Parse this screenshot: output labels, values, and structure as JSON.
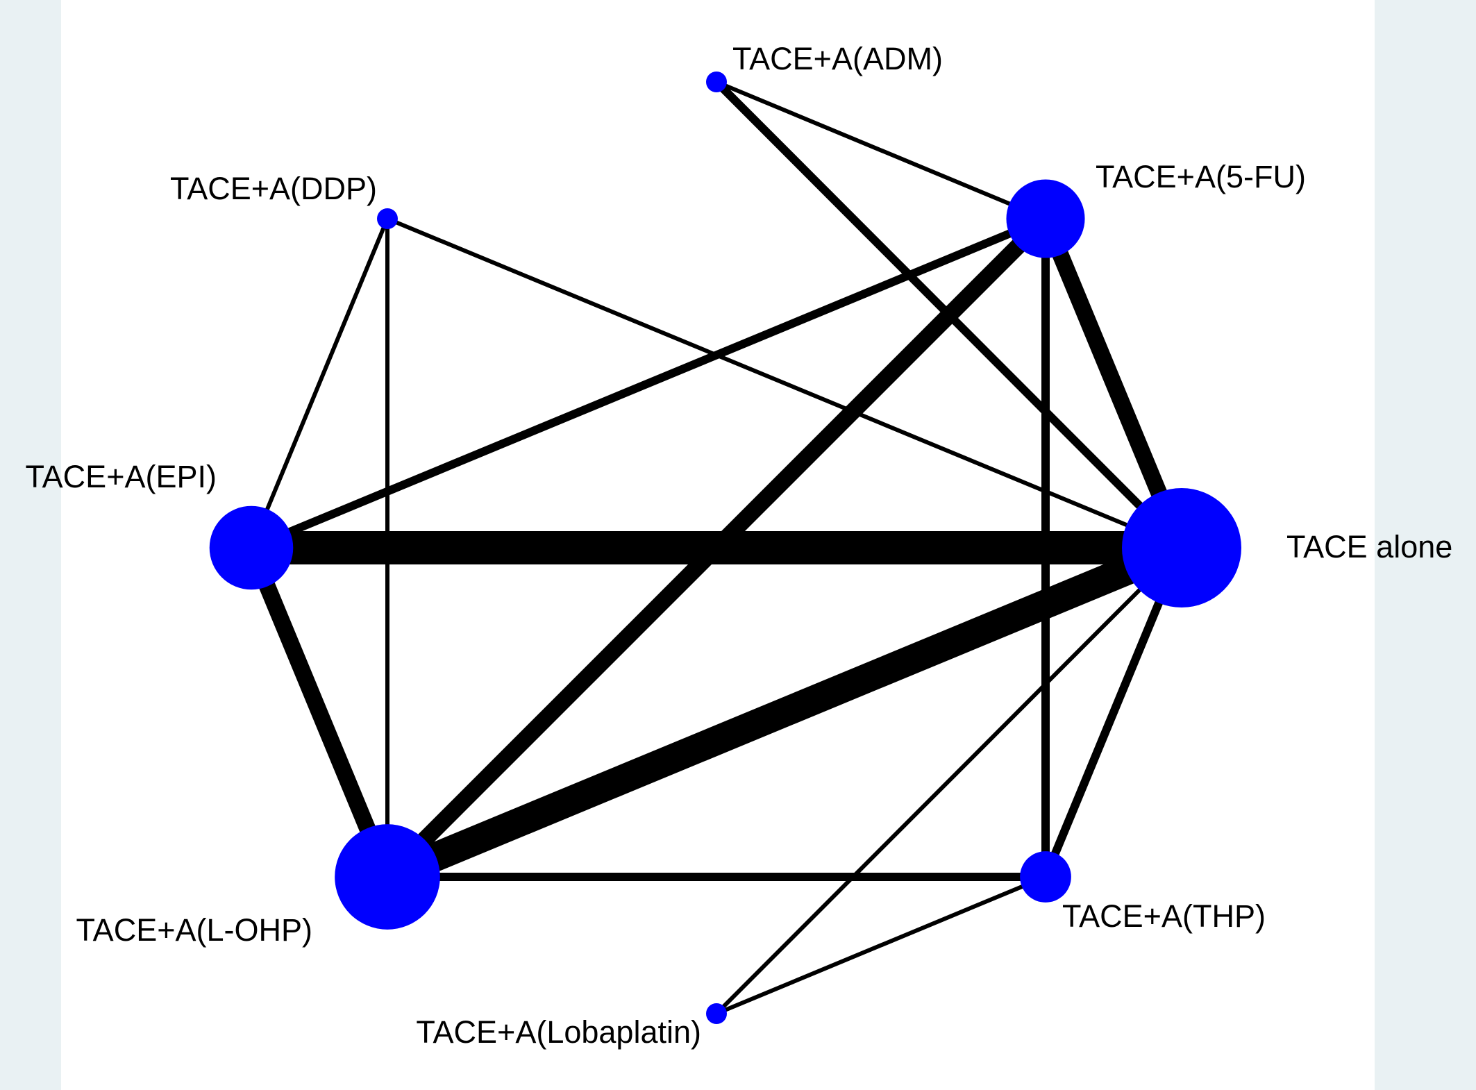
{
  "colors": {
    "node": "#0000ff",
    "edge": "#000000",
    "panel": "#ffffff",
    "outer_background": "#e9f1f3"
  },
  "nodes": [
    {
      "id": "adm",
      "label": "TACE+A(ADM)",
      "size": 1
    },
    {
      "id": "fu",
      "label": "TACE+A(5-FU)",
      "size": 6
    },
    {
      "id": "alone",
      "label": "TACE alone",
      "size": 16
    },
    {
      "id": "thp",
      "label": "TACE+A(THP)",
      "size": 2
    },
    {
      "id": "loba",
      "label": "TACE+A(Lobaplatin)",
      "size": 1
    },
    {
      "id": "lohp",
      "label": "TACE+A(L-OHP)",
      "size": 12
    },
    {
      "id": "epi",
      "label": "TACE+A(EPI)",
      "size": 7
    },
    {
      "id": "ddp",
      "label": "TACE+A(DDP)",
      "size": 1
    }
  ],
  "edges": [
    {
      "from": "adm",
      "to": "fu",
      "weight": 1
    },
    {
      "from": "adm",
      "to": "alone",
      "weight": 2
    },
    {
      "from": "ddp",
      "to": "alone",
      "weight": 1
    },
    {
      "from": "ddp",
      "to": "epi",
      "weight": 1
    },
    {
      "from": "ddp",
      "to": "lohp",
      "weight": 1
    },
    {
      "from": "fu",
      "to": "alone",
      "weight": 4
    },
    {
      "from": "fu",
      "to": "epi",
      "weight": 2
    },
    {
      "from": "fu",
      "to": "lohp",
      "weight": 4
    },
    {
      "from": "fu",
      "to": "thp",
      "weight": 2
    },
    {
      "from": "epi",
      "to": "alone",
      "weight": 8
    },
    {
      "from": "epi",
      "to": "lohp",
      "weight": 4
    },
    {
      "from": "lohp",
      "to": "alone",
      "weight": 7
    },
    {
      "from": "lohp",
      "to": "thp",
      "weight": 2
    },
    {
      "from": "thp",
      "to": "alone",
      "weight": 2
    },
    {
      "from": "loba",
      "to": "thp",
      "weight": 1
    },
    {
      "from": "loba",
      "to": "alone",
      "weight": 1
    }
  ]
}
